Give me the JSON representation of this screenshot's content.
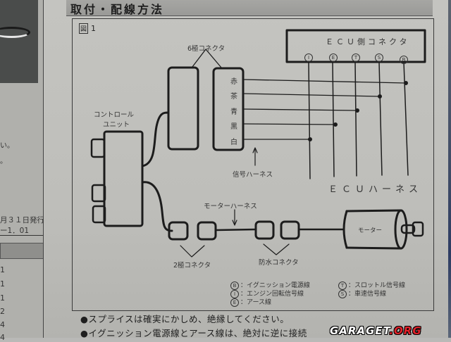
{
  "section_title": "取付・配線方法",
  "figure": {
    "label_box": "図",
    "label_num": "1"
  },
  "ecu_connector": {
    "title": "ＥＣＵ側コネクタ",
    "pins": [
      "I",
      "E",
      "T",
      "S",
      "B"
    ]
  },
  "six_pin_connector": {
    "label": "6極コネクタ"
  },
  "wire_colors": [
    "赤",
    "茶",
    "青",
    "黒",
    "白"
  ],
  "control_unit": {
    "line1": "コントロール",
    "line2": "ユニット"
  },
  "signal_harness": {
    "label": "信号ハーネス"
  },
  "ecu_harness": {
    "label": "ＥＣＵハーネス"
  },
  "motor_harness": {
    "label": "モーターハーネス"
  },
  "two_pin_connector": {
    "label": "2極コネクタ"
  },
  "waterproof_connector": {
    "label": "防水コネクタ"
  },
  "motor": {
    "label": "モーター"
  },
  "legend": [
    {
      "symbol": "B",
      "text": "：イグニッション電源線"
    },
    {
      "symbol": "I",
      "text": "：エンジン回転信号線"
    },
    {
      "symbol": "E",
      "text": "：アース線"
    },
    {
      "symbol": "T",
      "text": "：スロットル信号線"
    },
    {
      "symbol": "S",
      "text": "：車速信号線"
    }
  ],
  "notes": [
    "●スプライスは確実にかしめ、絶縁してください。",
    "●イグニッション電源線とアース線は、絶対に逆に接続"
  ],
  "left_page": {
    "text_fragment_1": "い。",
    "text_fragment_2": "。",
    "issue_line1": "月３１日発行",
    "issue_line2": "ー1．01",
    "column_numbers": [
      "1",
      "1",
      "1",
      "2",
      "4",
      "4"
    ]
  },
  "watermark": {
    "part1": "GARAGET",
    "part2": ".ORG"
  }
}
